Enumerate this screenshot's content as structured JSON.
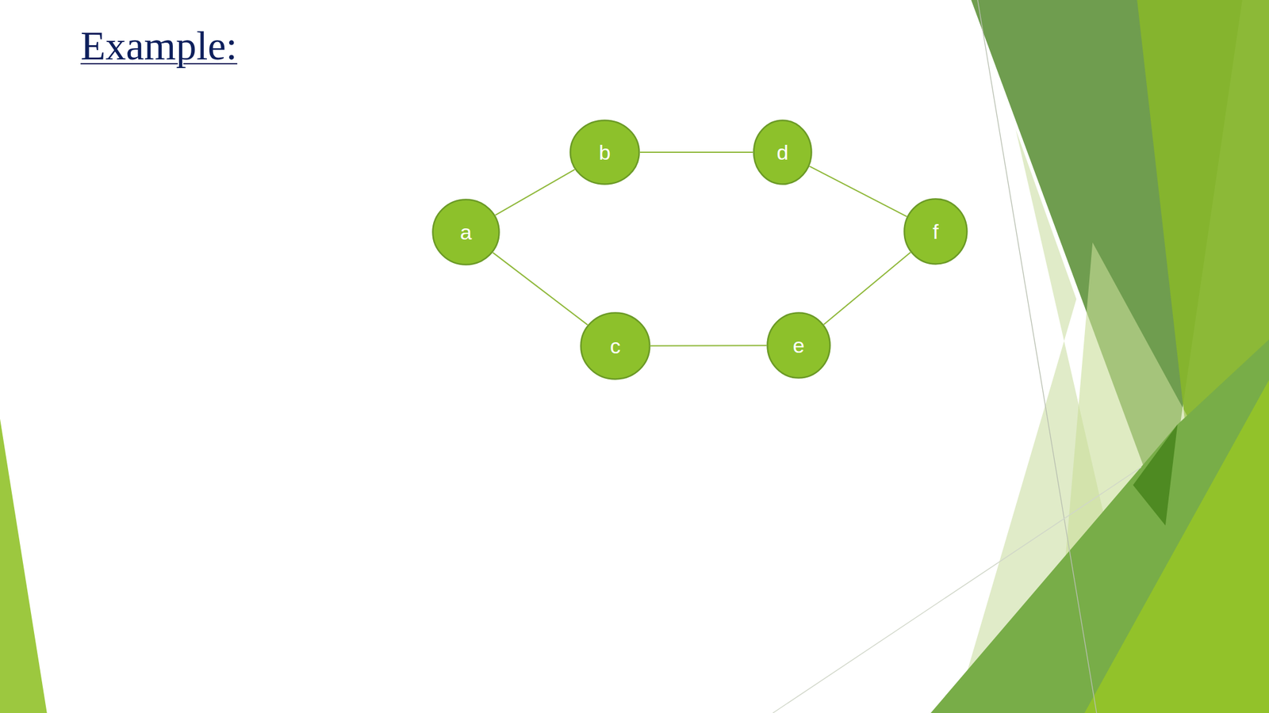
{
  "diagram": {
    "title": "Example:",
    "nodes": [
      {
        "text": [
          "a"
        ]
      },
      {
        "text": [
          "b"
        ]
      },
      {
        "text": [
          "c"
        ]
      },
      {
        "text": [
          "d"
        ]
      },
      {
        "text": [
          "e"
        ]
      },
      {
        "text": [
          "f"
        ]
      }
    ],
    "edges": [
      {
        "from": 0,
        "to": 1,
        "arrow": "none"
      },
      {
        "from": 0,
        "to": 2,
        "arrow": "none"
      },
      {
        "from": 1,
        "to": 3,
        "arrow": "none"
      },
      {
        "from": 2,
        "to": 4,
        "arrow": "none"
      },
      {
        "from": 3,
        "to": 5,
        "arrow": "none"
      },
      {
        "from": 4,
        "to": 5,
        "arrow": "none"
      }
    ]
  }
}
